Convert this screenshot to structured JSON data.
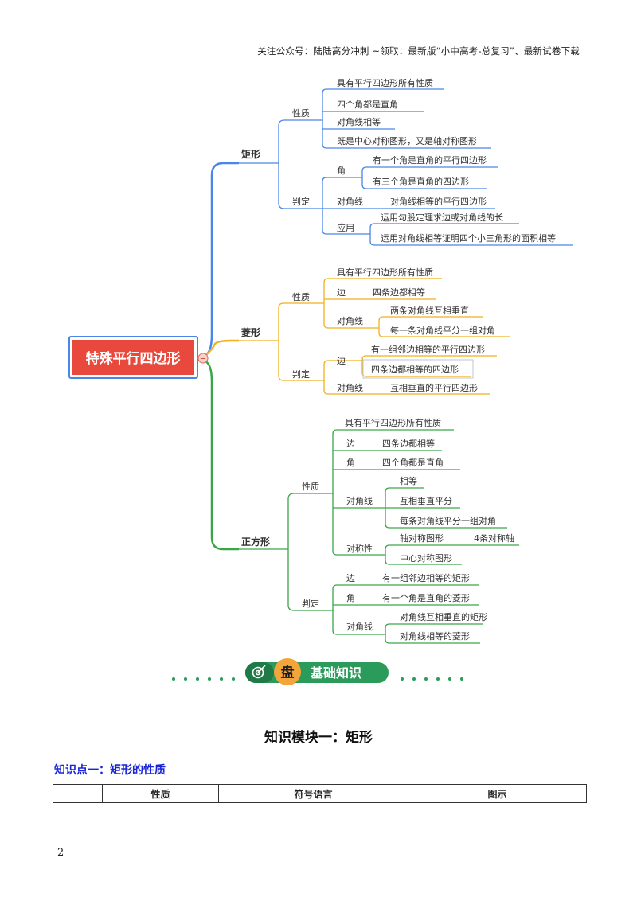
{
  "header": {
    "text": "关注公众号：陆陆高分冲刺 ~领取：最新版“小中高考-总复习”、最新试卷下载"
  },
  "mindmap": {
    "root": "特殊平行四边形",
    "collapse_symbol": "−",
    "branches": {
      "rect": {
        "label": "矩形",
        "props": "性质",
        "p1": "具有平行四边形所有性质",
        "p2": "四个角都是直角",
        "p3": "对角线相等",
        "p4": "既是中心对称图形，又是轴对称图形",
        "judge": "判定",
        "angle": "角",
        "a1": "有一个角是直角的平行四边形",
        "a2": "有三个角是直角的四边形",
        "diag": "对角线",
        "d1": "对角线相等的平行四边形",
        "app": "应用",
        "ap1": "运用勾股定理求边或对角线的长",
        "ap2": "运用对角线相等证明四个小三角形的面积相等"
      },
      "rhombus": {
        "label": "菱形",
        "props": "性质",
        "p1": "具有平行四边形所有性质",
        "side": "边",
        "s1": "四条边都相等",
        "diag": "对角线",
        "d1": "两条对角线互相垂直",
        "d2": "每一条对角线平分一组对角",
        "judge": "判定",
        "jside": "边",
        "j1": "有一组邻边相等的平行四边形",
        "j2": "四条边都相等的四边形",
        "jdiag": "对角线",
        "j3": "互相垂直的平行四边形"
      },
      "square": {
        "label": "正方形",
        "props": "性质",
        "p1": "具有平行四边形所有性质",
        "side": "边",
        "s1": "四条边都相等",
        "angle": "角",
        "an1": "四个角都是直角",
        "diag": "对角线",
        "d1": "相等",
        "d2": "互相垂直平分",
        "d3": "每条对角线平分一组对角",
        "sym": "对称性",
        "sy1": "轴对称图形",
        "sy1b": "4条对称轴",
        "sy2": "中心对称图形",
        "judge": "判定",
        "jside": "边",
        "j1": "有一组邻边相等的矩形",
        "jangle": "角",
        "j2": "有一个角是直角的菱形",
        "jdiag": "对角线",
        "j3": "对角线互相垂直的矩形",
        "j4": "对角线相等的菱形"
      }
    }
  },
  "banner": {
    "icon_char": "盘",
    "text": "基础知识",
    "colors": {
      "green": "#2a9b5b",
      "dark_green": "#1f7a48",
      "orange": "#f2a53a"
    }
  },
  "module_title": "知识模块一：矩形",
  "point_title": "知识点一：矩形的性质",
  "table": {
    "headers": [
      "",
      "性质",
      "符号语言",
      "图示"
    ]
  },
  "page_number": "2",
  "colors": {
    "rect_branch": "#4a86e8",
    "rhombus_branch": "#f1b01f",
    "square_branch": "#3aa64a",
    "root_fill": "#e9493d",
    "root_border": "#4a86e8",
    "title_blue": "#1a25d8"
  }
}
